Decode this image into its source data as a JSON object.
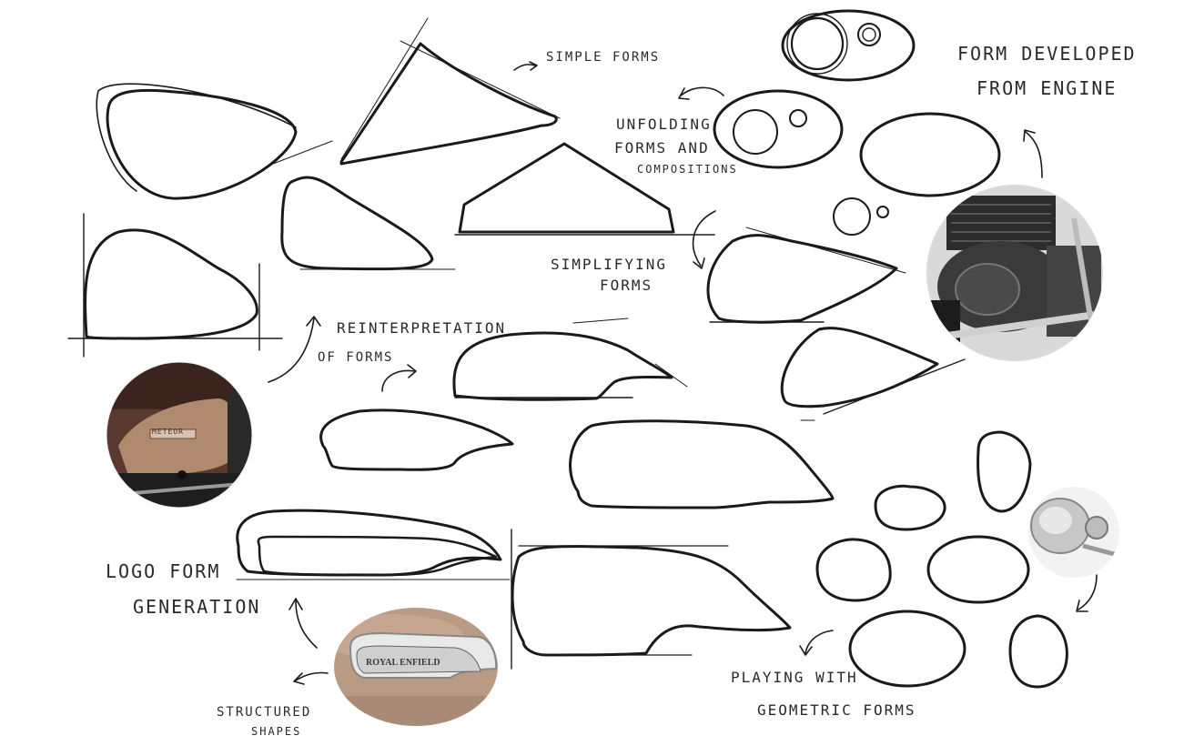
{
  "labels": {
    "simple_forms": "SIMPLE FORMS",
    "form_developed_line1": "FORM DEVELOPED",
    "form_developed_line2": "FROM ENGINE",
    "unfolding_line1": "UNFOLDING",
    "unfolding_line2": "FORMS AND",
    "unfolding_line3": "COMPOSITIONS",
    "simplifying_line1": "SIMPLIFYING",
    "simplifying_line2": "FORMS",
    "reinterpretation_line1": "REINTERPRETATION",
    "reinterpretation_line2": "OF FORMS",
    "logo_line1": "LOGO FORM",
    "logo_line2": "GENERATION",
    "structured_line1": "STRUCTURED",
    "structured_line2": "SHAPES",
    "playing_line1": "PLAYING WITH",
    "playing_line2": "GEOMETRIC FORMS"
  },
  "photos": {
    "tank_side_badge": "METEOR",
    "logo_badge": "ROYAL ENFIELD"
  },
  "colors": {
    "ink": "#1a1a1a",
    "tank_bronze": "#b08a6e",
    "tank_dark": "#4a2c22",
    "engine_dark": "#2b2b2b",
    "chrome": "#c9c9c9"
  }
}
